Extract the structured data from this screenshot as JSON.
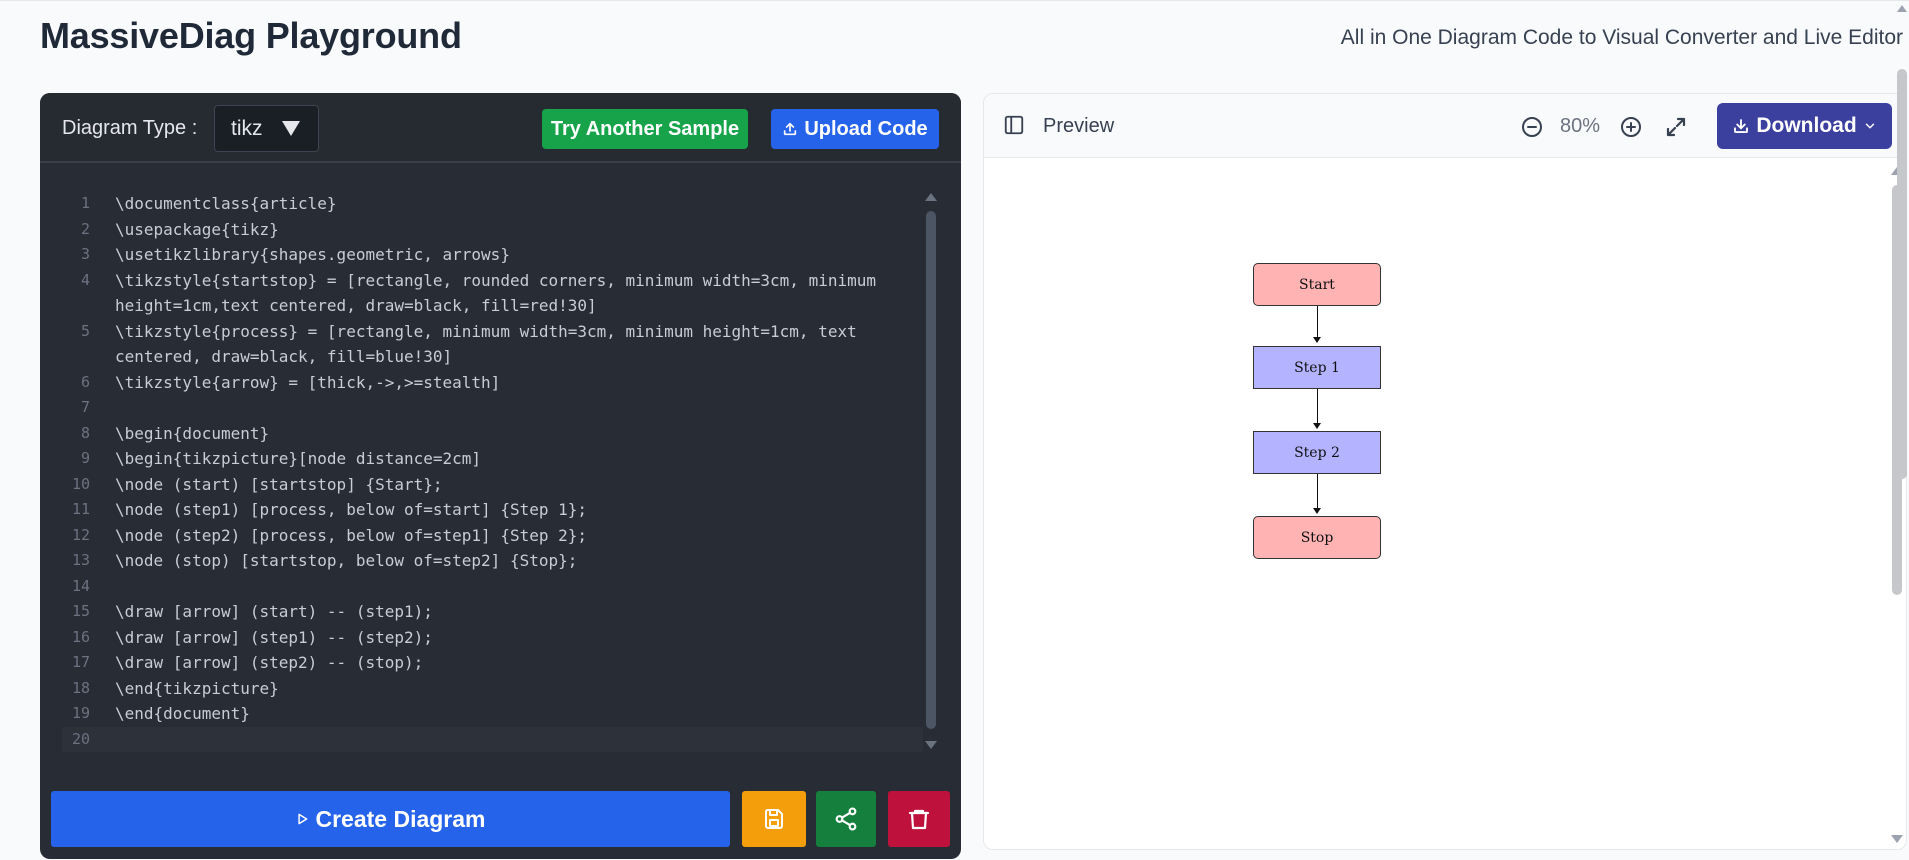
{
  "header": {
    "title": "MassiveDiag Playground",
    "tagline": "All in One Diagram Code to Visual Converter and Live Editor"
  },
  "editor": {
    "diagram_type_label": "Diagram Type :",
    "diagram_type_value": "tikz",
    "try_sample_label": "Try Another Sample",
    "upload_label": "Upload Code",
    "lines": [
      {
        "n": "1",
        "text": "\\documentclass{article}"
      },
      {
        "n": "2",
        "text": "\\usepackage{tikz}"
      },
      {
        "n": "3",
        "text": "\\usetikzlibrary{shapes.geometric, arrows}"
      },
      {
        "n": "4",
        "text": "\\tikzstyle{startstop} = [rectangle, rounded corners, minimum width=3cm, minimum height=1cm,text centered, draw=black, fill=red!30]"
      },
      {
        "n": "5",
        "text": "\\tikzstyle{process} = [rectangle, minimum width=3cm, minimum height=1cm, text centered, draw=black, fill=blue!30]"
      },
      {
        "n": "6",
        "text": "\\tikzstyle{arrow} = [thick,->,>=stealth]"
      },
      {
        "n": "7",
        "text": ""
      },
      {
        "n": "8",
        "text": "\\begin{document}"
      },
      {
        "n": "9",
        "text": "\\begin{tikzpicture}[node distance=2cm]"
      },
      {
        "n": "10",
        "text": "\\node (start) [startstop] {Start};"
      },
      {
        "n": "11",
        "text": "\\node (step1) [process, below of=start] {Step 1};"
      },
      {
        "n": "12",
        "text": "\\node (step2) [process, below of=step1] {Step 2};"
      },
      {
        "n": "13",
        "text": "\\node (stop) [startstop, below of=step2] {Stop};"
      },
      {
        "n": "14",
        "text": ""
      },
      {
        "n": "15",
        "text": "\\draw [arrow] (start) -- (step1);"
      },
      {
        "n": "16",
        "text": "\\draw [arrow] (step1) -- (step2);"
      },
      {
        "n": "17",
        "text": "\\draw [arrow] (step2) -- (stop);"
      },
      {
        "n": "18",
        "text": "\\end{tikzpicture}"
      },
      {
        "n": "19",
        "text": "\\end{document}"
      },
      {
        "n": "20",
        "text": ""
      }
    ],
    "create_label": "Create Diagram"
  },
  "preview": {
    "title": "Preview",
    "zoom": "80%",
    "download_label": "Download",
    "nodes": [
      {
        "label": "Start",
        "style": "startstop"
      },
      {
        "label": "Step 1",
        "style": "process"
      },
      {
        "label": "Step 2",
        "style": "process"
      },
      {
        "label": "Stop",
        "style": "startstop"
      }
    ]
  },
  "colors": {
    "editor_bg": "#282c34",
    "sample_button": "#16a34a",
    "upload_button": "#2563eb",
    "create_button": "#2563eb",
    "save_button": "#f59e0b",
    "share_button": "#15803d",
    "delete_button": "#be123c",
    "download_button": "#3b3f9e",
    "startstop_fill": "#ffb3b3",
    "process_fill": "#b3b3ff"
  },
  "icons": [
    "play-icon",
    "save-icon",
    "share-icon",
    "trash-icon",
    "upload-icon",
    "sidebar-icon",
    "zoom-out-icon",
    "zoom-in-icon",
    "expand-icon",
    "download-icon",
    "chevron-down-icon"
  ]
}
